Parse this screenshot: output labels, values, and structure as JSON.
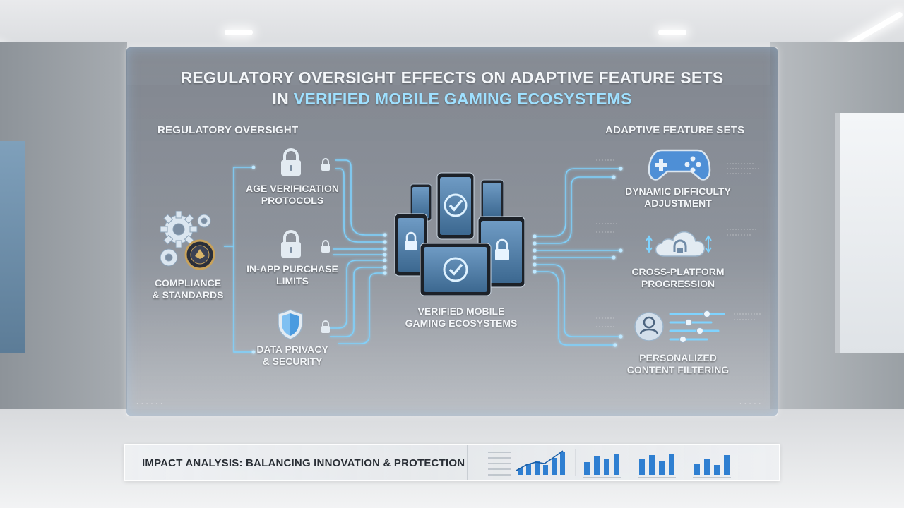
{
  "title": {
    "line1": "REGULATORY OVERSIGHT EFFECTS ON ADAPTIVE FEATURE SETS",
    "line2_prefix": "IN ",
    "line2_highlight": "VERIFIED MOBILE GAMING ECOSYSTEMS"
  },
  "left_column": {
    "header": "REGULATORY OVERSIGHT",
    "hub_label_line1": "COMPLIANCE",
    "hub_label_line2": "& STANDARDS",
    "items": [
      {
        "line1": "AGE VERIFICATION",
        "line2": "PROTOCOLS",
        "icon": "padlock-icon"
      },
      {
        "line1": "IN-APP PURCHASE",
        "line2": "LIMITS",
        "icon": "padlock-icon"
      },
      {
        "line1": "DATA PRIVACY",
        "line2": "& SECURITY",
        "icon": "shield-icon"
      }
    ]
  },
  "center": {
    "label_line1": "VERIFIED MOBILE",
    "label_line2": "GAMING ECOSYSTEMS"
  },
  "right_column": {
    "header": "ADAPTIVE FEATURE SETS",
    "items": [
      {
        "line1": "DYNAMIC DIFFICULTY",
        "line2": "ADJUSTMENT",
        "icon": "gamepad-icon"
      },
      {
        "line1": "CROSS-PLATFORM",
        "line2": "PROGRESSION",
        "icon": "cloud-sync-icon"
      },
      {
        "line1": "PERSONALIZED",
        "line2": "CONTENT FILTERING",
        "icon": "user-sliders-icon"
      }
    ]
  },
  "bottom": {
    "title": "IMPACT ANALYSIS: BALANCING INNOVATION & PROTECTION"
  },
  "colors": {
    "accent": "#7fd3ff",
    "icon_fill": "#dbe6f0",
    "highlight": "#9fe0ff",
    "bar": "#2f7fd1"
  }
}
